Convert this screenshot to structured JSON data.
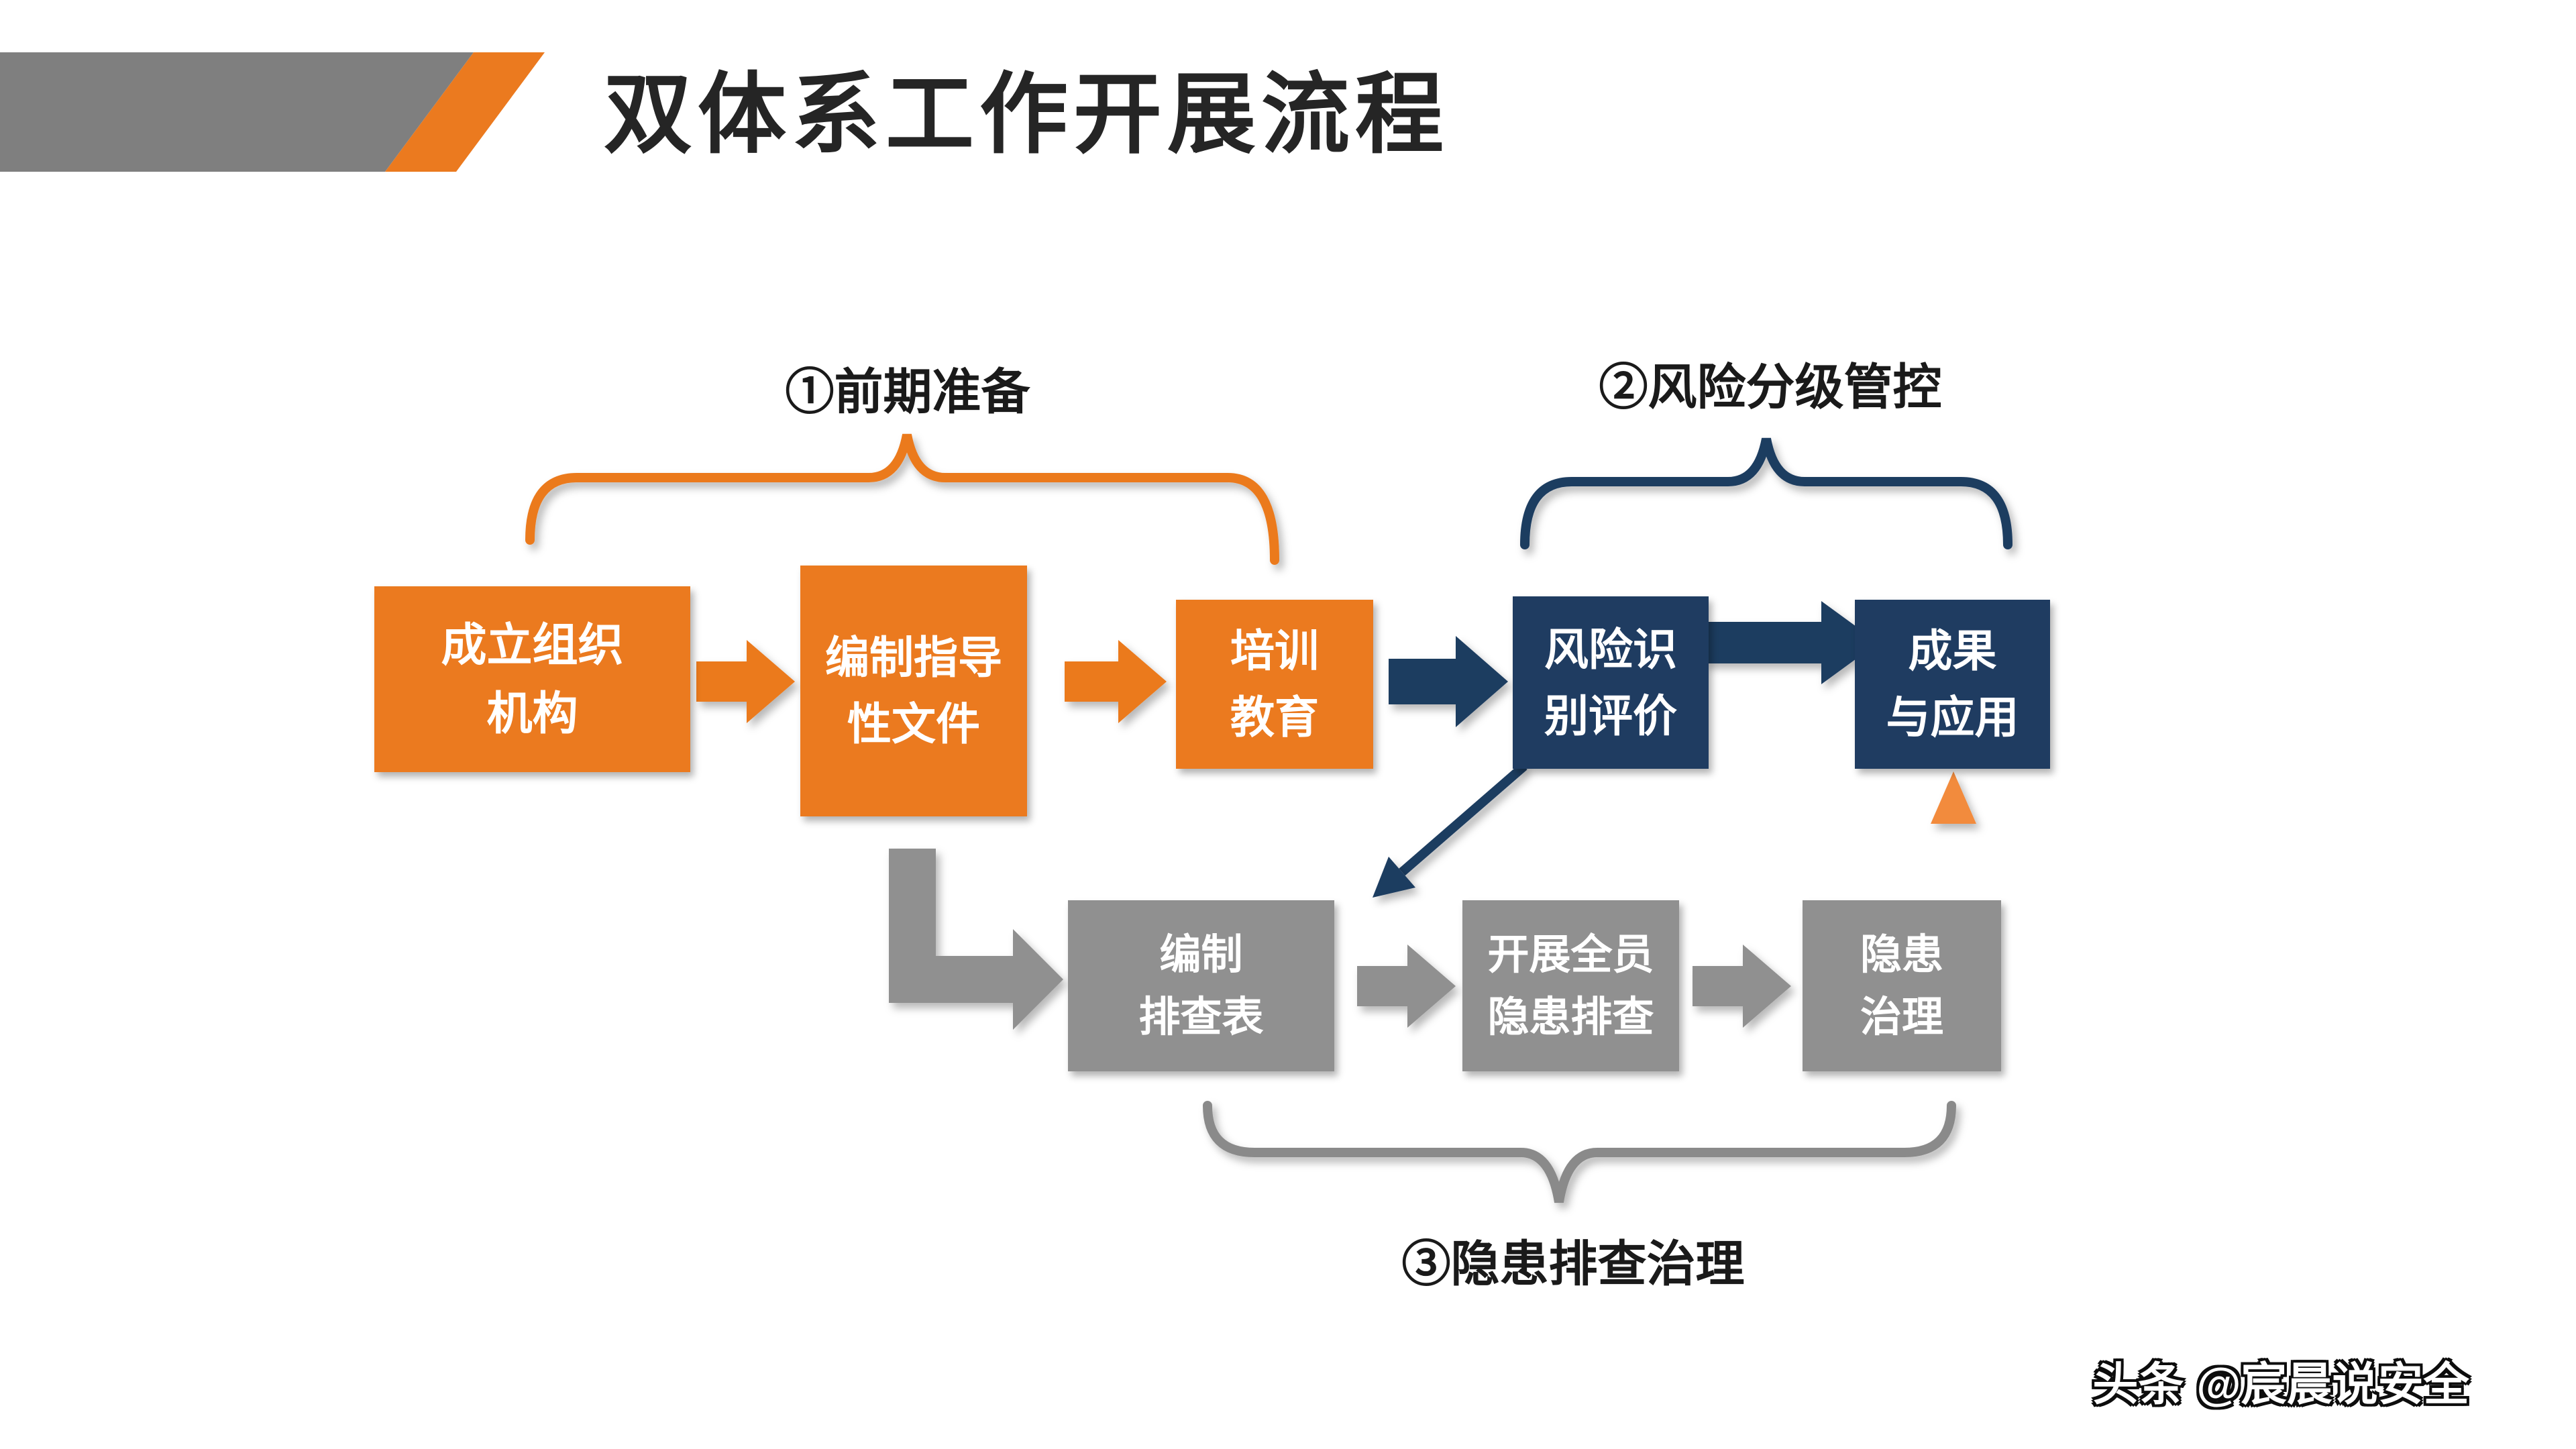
{
  "header": {
    "title": "双体系工作开展流程"
  },
  "labels": {
    "section1": "①前期准备",
    "section2": "②风险分级管控",
    "section3": "③隐患排查治理"
  },
  "boxes": {
    "org": {
      "line1": "成立组织",
      "line2": "机构"
    },
    "docs": {
      "line1": "编制指导",
      "line2": "性文件"
    },
    "training": {
      "line1": "培训",
      "line2": "教育"
    },
    "risk": {
      "line1": "风险识",
      "line2": "别评价"
    },
    "results": {
      "line1": "成果",
      "line2": "与应用"
    },
    "checklist": {
      "line1": "编制",
      "line2": "排查表"
    },
    "inspection": {
      "line1": "开展全员",
      "line2": "隐患排查"
    },
    "treatment": {
      "line1": "隐患",
      "line2": "治理"
    }
  },
  "watermark": "头条 @宸晨说安全",
  "colors": {
    "orange": "#EB7A1F",
    "navy": "#1F3C61",
    "gray": "#909090",
    "header_gray": "#7F7F7F",
    "light_orange": "#F28B3E"
  }
}
